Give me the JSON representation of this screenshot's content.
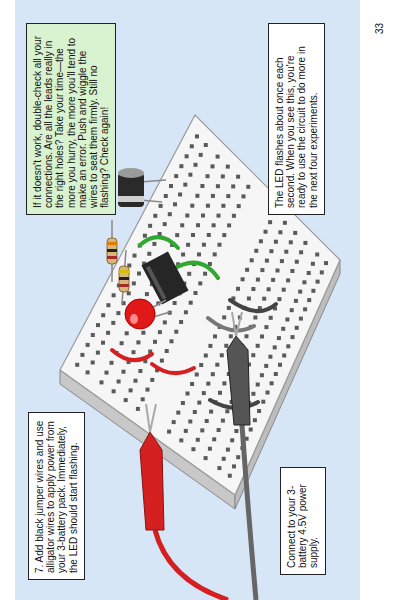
{
  "diagram": {
    "nodes": [
      {
        "text": [
          "7. Add black jumper wires and use alligator wires to apply power from your 3-battery pack. Immediately, the LED should start flashing."
        ]
      },
      {
        "text": [
          "If it doesn't work, double-check all your connections. Are all the leads really in the right holes? Take your time—the more you hurry, the more you'll tend to make an error. Push and wiggle the wires to seat them firmly. Still no flashing? Check again!"
        ]
      },
      {
        "text": [
          "Connect to your 3-battery 4.5V power supply."
        ]
      },
      {
        "text": [
          "The LED flashes about once each second. When you see this, you're ready to use the circuit to do more in the next four experiments."
        ]
      }
    ],
    "labels": [
      "33"
    ]
  }
}
